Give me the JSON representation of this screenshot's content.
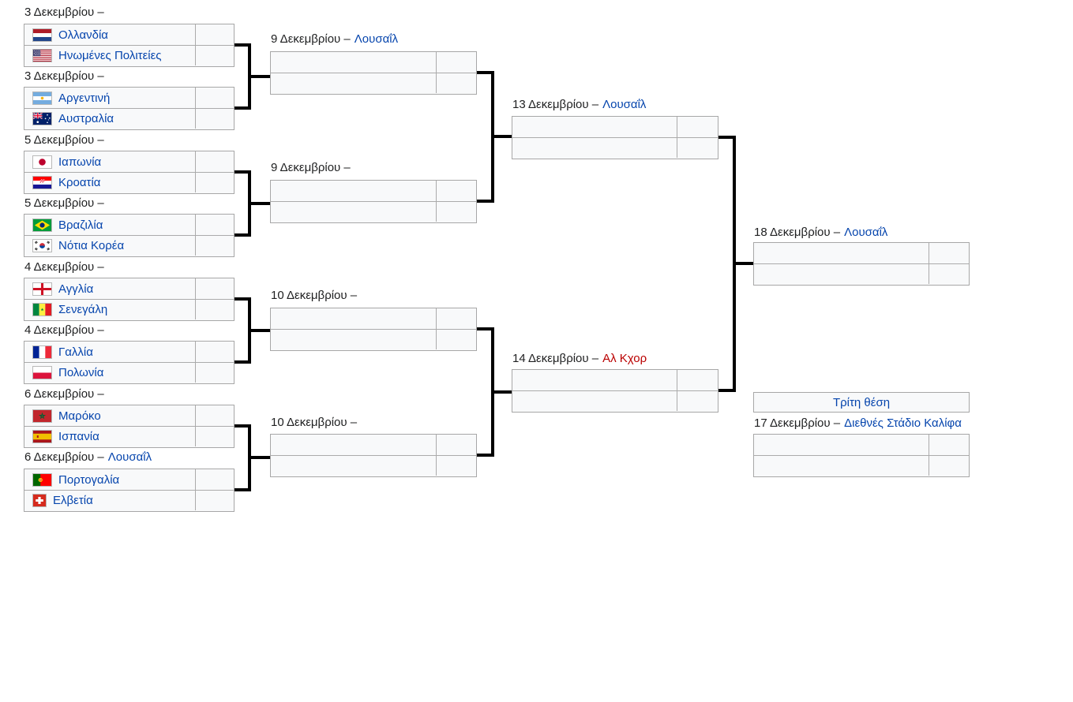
{
  "colors": {
    "link_blue": "#0645ad",
    "red_link": "#ba0000",
    "text": "#202122",
    "box_border": "#a7a7a7",
    "box_background": "#f8f9fa",
    "connector_black": "#000000",
    "page_background": "#ffffff"
  },
  "round_of_16": {
    "matches": [
      {
        "date": "3 Δεκεμβρίου –",
        "venue": "",
        "team1": {
          "name": "Ολλανδία",
          "flag_icon": "flag-netherlands-icon",
          "score": ""
        },
        "team2": {
          "name": "Ηνωμένες Πολιτείες",
          "flag_icon": "flag-united-states-icon",
          "score": ""
        }
      },
      {
        "date": "3 Δεκεμβρίου –",
        "venue": "",
        "team1": {
          "name": "Αργεντινή",
          "flag_icon": "flag-argentina-icon",
          "score": ""
        },
        "team2": {
          "name": "Αυστραλία",
          "flag_icon": "flag-australia-icon",
          "score": ""
        }
      },
      {
        "date": "5 Δεκεμβρίου –",
        "venue": "",
        "team1": {
          "name": "Ιαπωνία",
          "flag_icon": "flag-japan-icon",
          "score": ""
        },
        "team2": {
          "name": "Κροατία",
          "flag_icon": "flag-croatia-icon",
          "score": ""
        }
      },
      {
        "date": "5 Δεκεμβρίου –",
        "venue": "",
        "team1": {
          "name": "Βραζιλία",
          "flag_icon": "flag-brazil-icon",
          "score": ""
        },
        "team2": {
          "name": "Νότια Κορέα",
          "flag_icon": "flag-south-korea-icon",
          "score": ""
        }
      },
      {
        "date": "4 Δεκεμβρίου –",
        "venue": "",
        "team1": {
          "name": "Αγγλία",
          "flag_icon": "flag-england-icon",
          "score": ""
        },
        "team2": {
          "name": "Σενεγάλη",
          "flag_icon": "flag-senegal-icon",
          "score": ""
        }
      },
      {
        "date": "4 Δεκεμβρίου –",
        "venue": "",
        "team1": {
          "name": "Γαλλία",
          "flag_icon": "flag-france-icon",
          "score": ""
        },
        "team2": {
          "name": "Πολωνία",
          "flag_icon": "flag-poland-icon",
          "score": ""
        }
      },
      {
        "date": "6 Δεκεμβρίου –",
        "venue": "",
        "team1": {
          "name": "Μαρόκο",
          "flag_icon": "flag-morocco-icon",
          "score": ""
        },
        "team2": {
          "name": "Ισπανία",
          "flag_icon": "flag-spain-icon",
          "score": ""
        }
      },
      {
        "date": "6 Δεκεμβρίου –",
        "venue": "Λουσαΐλ",
        "team1": {
          "name": "Πορτογαλία",
          "flag_icon": "flag-portugal-icon",
          "score": ""
        },
        "team2": {
          "name": "Ελβετία",
          "flag_icon": "flag-switzerland-icon",
          "score": ""
        }
      }
    ]
  },
  "quarterfinals": {
    "matches": [
      {
        "date": "9 Δεκεμβρίου –",
        "venue": "Λουσαΐλ",
        "team1": {
          "name": "",
          "score": ""
        },
        "team2": {
          "name": "",
          "score": ""
        }
      },
      {
        "date": "9 Δεκεμβρίου –",
        "venue": "",
        "team1": {
          "name": "",
          "score": ""
        },
        "team2": {
          "name": "",
          "score": ""
        }
      },
      {
        "date": "10 Δεκεμβρίου –",
        "venue": "",
        "team1": {
          "name": "",
          "score": ""
        },
        "team2": {
          "name": "",
          "score": ""
        }
      },
      {
        "date": "10 Δεκεμβρίου –",
        "venue": "",
        "team1": {
          "name": "",
          "score": ""
        },
        "team2": {
          "name": "",
          "score": ""
        }
      }
    ]
  },
  "semifinals": {
    "matches": [
      {
        "date": "13 Δεκεμβρίου –",
        "venue": "Λουσαΐλ",
        "team1": {
          "name": "",
          "score": ""
        },
        "team2": {
          "name": "",
          "score": ""
        }
      },
      {
        "date": "14 Δεκεμβρίου –",
        "venue": "Αλ Κχορ",
        "team1": {
          "name": "",
          "score": ""
        },
        "team2": {
          "name": "",
          "score": ""
        }
      }
    ]
  },
  "final": {
    "date": "18 Δεκεμβρίου –",
    "venue": "Λουσαΐλ",
    "team1": {
      "name": "",
      "score": ""
    },
    "team2": {
      "name": "",
      "score": ""
    }
  },
  "third_place": {
    "header_label": "Τρίτη θέση",
    "date": "17 Δεκεμβρίου –",
    "venue": "Διεθνές Στάδιο Καλίφα",
    "team1": {
      "name": "",
      "score": ""
    },
    "team2": {
      "name": "",
      "score": ""
    }
  }
}
